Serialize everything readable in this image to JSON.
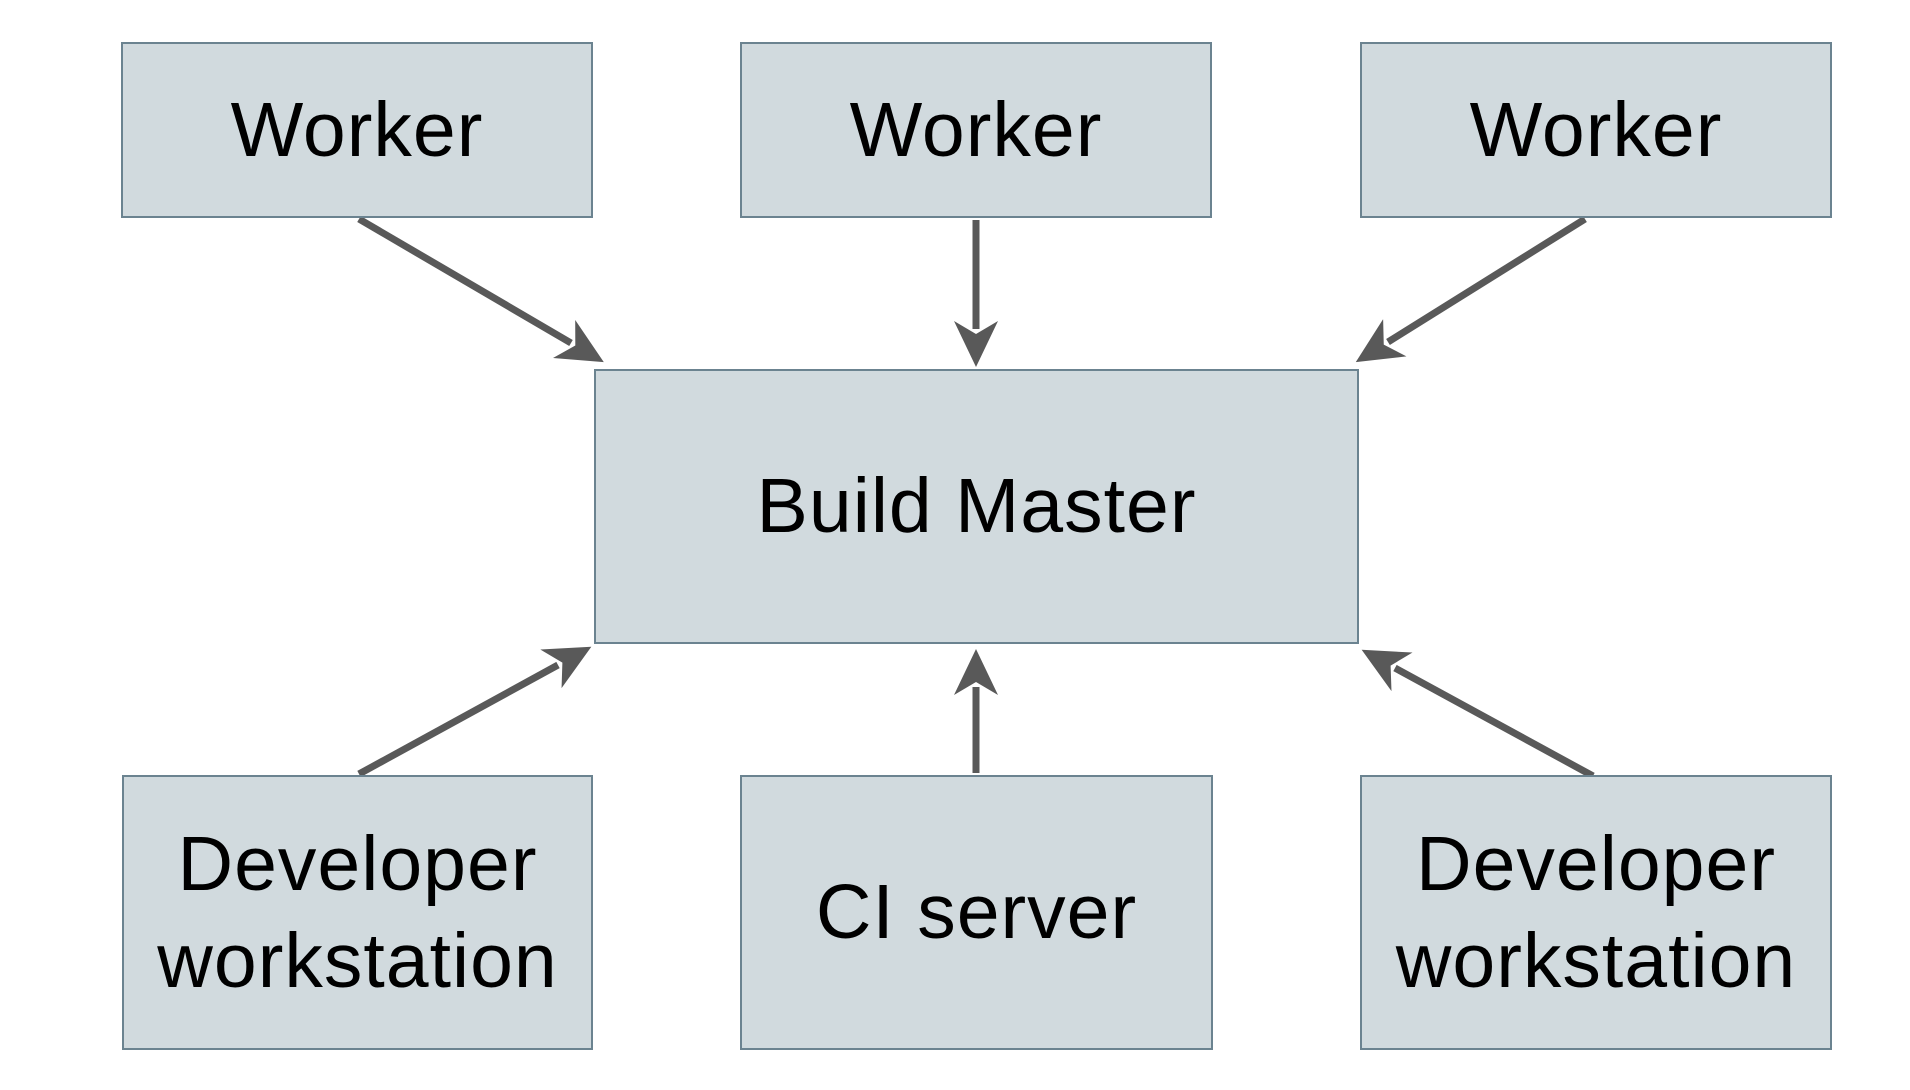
{
  "diagram": {
    "type": "architecture-diagram",
    "colors": {
      "background": "#ffffff",
      "node_fill": "#d1dade",
      "node_border": "#6b8390",
      "arrow": "#595959",
      "text": "#000000"
    },
    "nodes": {
      "worker_1": {
        "label": "Worker"
      },
      "worker_2": {
        "label": "Worker"
      },
      "worker_3": {
        "label": "Worker"
      },
      "build_master": {
        "label": "Build Master"
      },
      "dev_workstation_left": {
        "label": "Developer workstation"
      },
      "ci_server": {
        "label": "CI server"
      },
      "dev_workstation_right": {
        "label": "Developer workstation"
      }
    },
    "edges": [
      {
        "from": "worker_1",
        "to": "build_master"
      },
      {
        "from": "worker_2",
        "to": "build_master"
      },
      {
        "from": "worker_3",
        "to": "build_master"
      },
      {
        "from": "dev_workstation_left",
        "to": "build_master"
      },
      {
        "from": "ci_server",
        "to": "build_master"
      },
      {
        "from": "dev_workstation_right",
        "to": "build_master"
      }
    ]
  }
}
